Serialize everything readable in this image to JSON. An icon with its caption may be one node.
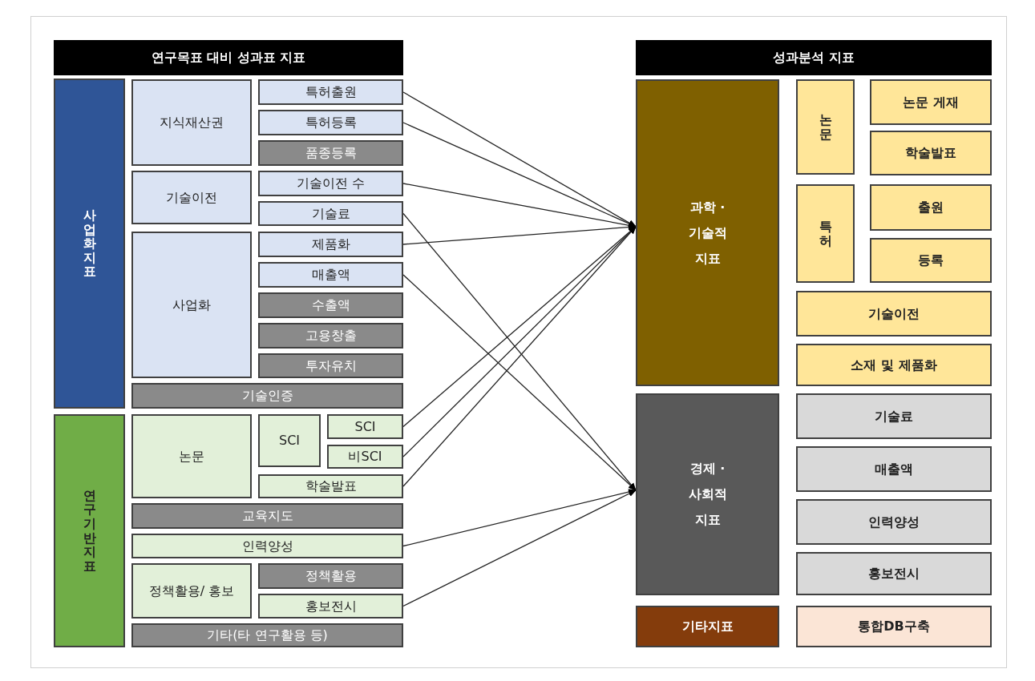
{
  "diagram": {
    "nodes": [
      {
        "text": [
          "연구목표 대비 성과표 지표"
        ]
      },
      {
        "text": [
          "사업화 지표"
        ]
      },
      {
        "text": [
          "지식재산권"
        ]
      },
      {
        "text": [
          "특허출원"
        ]
      },
      {
        "text": [
          "특허등록"
        ]
      },
      {
        "text": [
          "품종등록"
        ]
      },
      {
        "text": [
          "기술이전"
        ]
      },
      {
        "text": [
          "기술이전 수"
        ]
      },
      {
        "text": [
          "기술료"
        ]
      },
      {
        "text": [
          "사업화"
        ]
      },
      {
        "text": [
          "제품화"
        ]
      },
      {
        "text": [
          "매출액"
        ]
      },
      {
        "text": [
          "수출액"
        ]
      },
      {
        "text": [
          "고용창출"
        ]
      },
      {
        "text": [
          "투자유치"
        ]
      },
      {
        "text": [
          "기술인증"
        ]
      },
      {
        "text": [
          "연구기반 지표"
        ]
      },
      {
        "text": [
          "논문"
        ]
      },
      {
        "text": [
          "SCI"
        ]
      },
      {
        "text": [
          "SCI"
        ]
      },
      {
        "text": [
          "비SCI"
        ]
      },
      {
        "text": [
          "학술발표"
        ]
      },
      {
        "text": [
          "교육지도"
        ]
      },
      {
        "text": [
          "인력양성"
        ]
      },
      {
        "text": [
          "정책활용/ 홍보"
        ]
      },
      {
        "text": [
          "정책활용"
        ]
      },
      {
        "text": [
          "홍보전시"
        ]
      },
      {
        "text": [
          "기타(타 연구활용 등)"
        ]
      },
      {
        "text": [
          "성과분석 지표"
        ]
      },
      {
        "text": [
          "과학 · 기술적 지표"
        ]
      },
      {
        "text": [
          "논문"
        ]
      },
      {
        "text": [
          "논문 게재"
        ]
      },
      {
        "text": [
          "학술발표"
        ]
      },
      {
        "text": [
          "특허"
        ]
      },
      {
        "text": [
          "출원"
        ]
      },
      {
        "text": [
          "등록"
        ]
      },
      {
        "text": [
          "기술이전"
        ]
      },
      {
        "text": [
          "소재 및 제품화"
        ]
      },
      {
        "text": [
          "경제 · 사회적 지표"
        ]
      },
      {
        "text": [
          "기술료"
        ]
      },
      {
        "text": [
          "매출액"
        ]
      },
      {
        "text": [
          "인력양성"
        ]
      },
      {
        "text": [
          "홍보전시"
        ]
      },
      {
        "text": [
          "기타지표"
        ]
      },
      {
        "text": [
          "통합DB구축"
        ]
      }
    ],
    "edges": [
      {
        "from": 3,
        "to": 29,
        "arrow": "to"
      },
      {
        "from": 4,
        "to": 29,
        "arrow": "to"
      },
      {
        "from": 7,
        "to": 29,
        "arrow": "to"
      },
      {
        "from": 8,
        "to": 38,
        "arrow": "to"
      },
      {
        "from": 10,
        "to": 29,
        "arrow": "to"
      },
      {
        "from": 11,
        "to": 38,
        "arrow": "to"
      },
      {
        "from": 19,
        "to": 29,
        "arrow": "to"
      },
      {
        "from": 20,
        "to": 29,
        "arrow": "to"
      },
      {
        "from": 21,
        "to": 29,
        "arrow": "to"
      },
      {
        "from": 23,
        "to": 38,
        "arrow": "to"
      },
      {
        "from": 26,
        "to": 38,
        "arrow": "to"
      }
    ]
  }
}
